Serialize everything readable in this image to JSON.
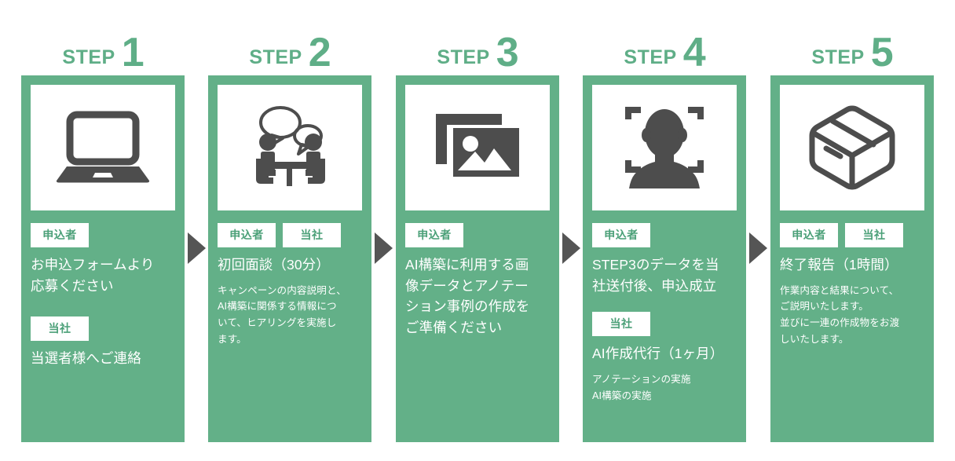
{
  "theme": {
    "green": "#63b088",
    "green_text": "#4ba078",
    "header_green": "#5fae87",
    "icon_gray": "#4d4d4d",
    "arrow_gray": "#555555",
    "white": "#ffffff"
  },
  "step_word": "STEP",
  "labels": {
    "applicant": "申込者",
    "company": "当社"
  },
  "steps": [
    {
      "number": "1",
      "icon": "laptop-icon",
      "blocks": [
        {
          "badges": [
            "申込者"
          ],
          "lead": "お申込フォームより\n応募ください",
          "detail": ""
        },
        {
          "badges": [
            "当社"
          ],
          "lead": "当選者様へご連絡",
          "detail": ""
        }
      ]
    },
    {
      "number": "2",
      "icon": "meeting-icon",
      "blocks": [
        {
          "badges": [
            "申込者",
            "当社"
          ],
          "lead": "初回面談（30分）",
          "detail": "キャンペーンの内容説明と、\nAI構築に関係する情報につ\nいて、ヒアリングを実施し\nます。"
        }
      ]
    },
    {
      "number": "3",
      "icon": "images-icon",
      "blocks": [
        {
          "badges": [
            "申込者"
          ],
          "lead": "AI構築に利用する画\n像データとアノテー\nション事例の作成を\nご準備ください",
          "detail": ""
        }
      ]
    },
    {
      "number": "4",
      "icon": "face-detect-icon",
      "blocks": [
        {
          "badges": [
            "申込者"
          ],
          "lead": "STEP3のデータを当\n社送付後、申込成立",
          "detail": ""
        },
        {
          "badges": [
            "当社"
          ],
          "lead": "AI作成代行（1ヶ月）",
          "detail": "アノテーションの実施\nAI構築の実施"
        }
      ]
    },
    {
      "number": "5",
      "icon": "package-box-icon",
      "blocks": [
        {
          "badges": [
            "申込者",
            "当社"
          ],
          "lead": "終了報告（1時間）",
          "detail": "作業内容と結果について、\nご説明いたします。\n並びに一連の作成物をお渡\nしいたします。"
        }
      ]
    }
  ]
}
